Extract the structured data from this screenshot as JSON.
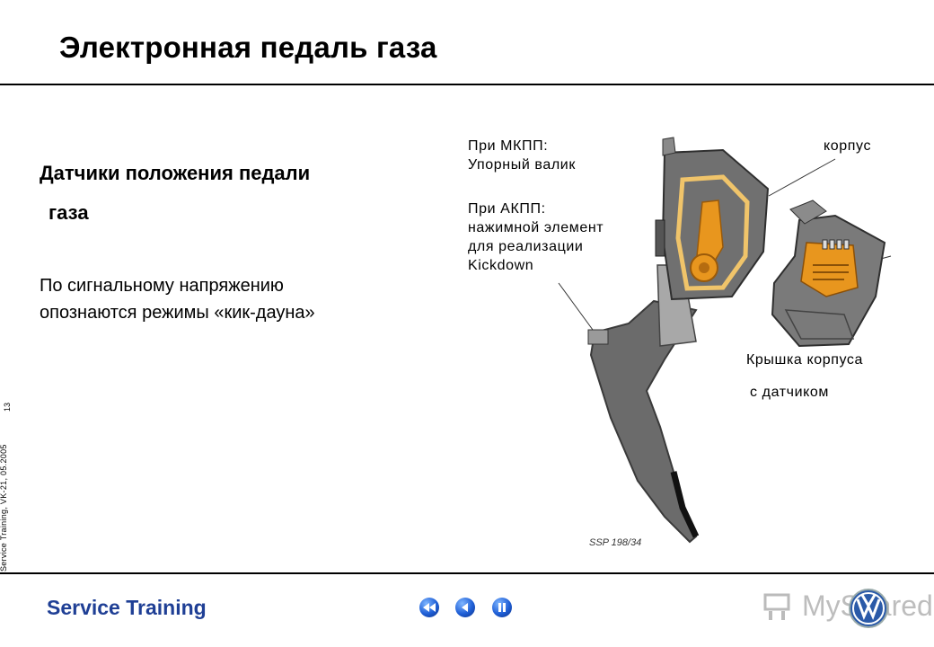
{
  "slide": {
    "title": "Электронная педаль газа",
    "heading_line1": "Датчики положения педали",
    "heading_line2": "газа",
    "body_line1": "По сигнальному напряжению",
    "body_line2": "опознаются режимы «кик-дауна»",
    "side_text": "Service Training, VK-21, 05.2005",
    "page_number": "13"
  },
  "figure": {
    "label_mkpp_1": "При МКПП:",
    "label_mkpp_2": "Упорный валик",
    "label_akpp_1": "При АКПП:",
    "label_akpp_2": "нажимной элемент",
    "label_akpp_3": "для реализации",
    "label_akpp_4": "Kickdown",
    "label_housing": "корпус",
    "label_cover_1": "Крышка корпуса",
    "label_cover_2": "с датчиком",
    "caption": "SSP 198/34"
  },
  "footer": {
    "brand": "Service Training",
    "nav_buttons": [
      "first-page",
      "previous-page",
      "pause"
    ],
    "logo_text": "MyShared"
  },
  "colors": {
    "brand_blue": "#1f3f95",
    "pedal_gray": "#6b6b6b",
    "sensor_orange": "#e8961e"
  }
}
